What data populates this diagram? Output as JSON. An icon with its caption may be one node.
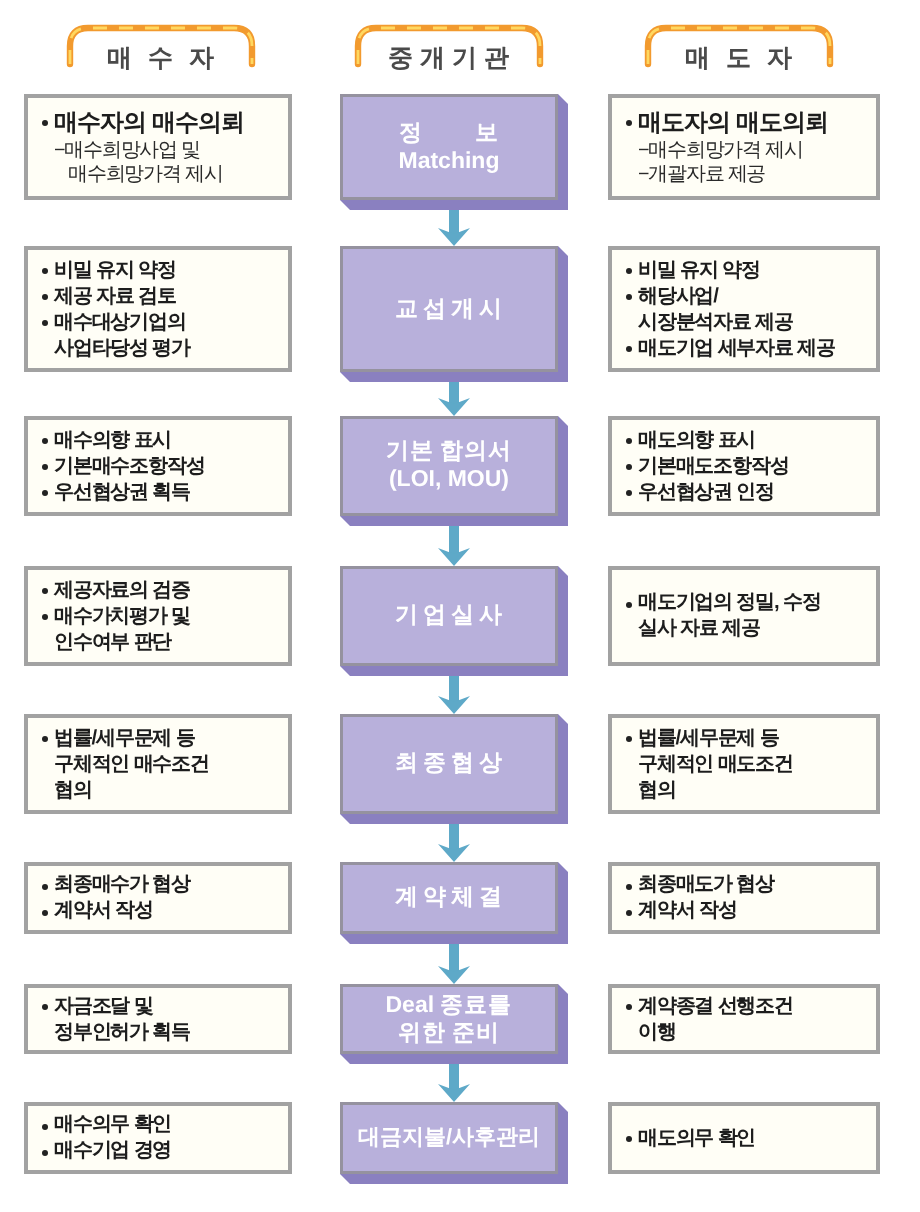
{
  "diagram": {
    "nodes": [
      {
        "text": [
          "매 수 자"
        ]
      },
      {
        "text": [
          "중개기관"
        ]
      },
      {
        "text": [
          "매 도 자"
        ]
      },
      {
        "text": [
          "매수자의 매수의뢰",
          "−매수희망사업 및 매수희망가격 제시"
        ]
      },
      {
        "text": [
          "정 보 Matching"
        ]
      },
      {
        "text": [
          "매도자의 매도의뢰",
          "−매수희망가격 제시",
          "−개괄자료 제공"
        ]
      },
      {
        "text": [
          "비밀 유지 약정",
          "제공 자료 검토",
          "매수대상기업의 사업타당성 평가"
        ]
      },
      {
        "text": [
          "교섭개시"
        ]
      },
      {
        "text": [
          "비밀 유지 약정",
          "해당사업/ 시장분석자료 제공",
          "매도기업 세부자료 제공"
        ]
      },
      {
        "text": [
          "매수의향 표시",
          "기본매수조항작성",
          "우선협상권 획득"
        ]
      },
      {
        "text": [
          "기본 합의서 (LOI, MOU)"
        ]
      },
      {
        "text": [
          "매도의향 표시",
          "기본매도조항작성",
          "우선협상권 인정"
        ]
      },
      {
        "text": [
          "제공자료의 검증",
          "매수가치평가 및 인수여부 판단"
        ]
      },
      {
        "text": [
          "기업실사"
        ]
      },
      {
        "text": [
          "매도기업의 정밀, 수정 실사 자료 제공"
        ]
      },
      {
        "text": [
          "법률/세무문제 등 구체적인 매수조건 협의"
        ]
      },
      {
        "text": [
          "최종협상"
        ]
      },
      {
        "text": [
          "법률/세무문제 등 구체적인 매도조건 협의"
        ]
      },
      {
        "text": [
          "최종매수가 협상",
          "계약서 작성"
        ]
      },
      {
        "text": [
          "계약체결"
        ]
      },
      {
        "text": [
          "최종매도가 협상",
          "계약서 작성"
        ]
      },
      {
        "text": [
          "자금조달 및 정부인허가 획득"
        ]
      },
      {
        "text": [
          "Deal 종료를 위한 준비"
        ]
      },
      {
        "text": [
          "계약종결 선행조건 이행"
        ]
      },
      {
        "text": [
          "매수의무 확인",
          "매수기업 경영"
        ]
      },
      {
        "text": [
          "대금지불/사후관리"
        ]
      },
      {
        "text": [
          "매도의무 확인"
        ]
      }
    ],
    "edges": [
      {
        "from": 4,
        "to": 7,
        "arrow": "to"
      },
      {
        "from": 7,
        "to": 10,
        "arrow": "to"
      },
      {
        "from": 10,
        "to": 13,
        "arrow": "to"
      },
      {
        "from": 13,
        "to": 16,
        "arrow": "to"
      },
      {
        "from": 16,
        "to": 19,
        "arrow": "to"
      },
      {
        "from": 19,
        "to": 22,
        "arrow": "to"
      },
      {
        "from": 22,
        "to": 25,
        "arrow": "to"
      }
    ]
  }
}
